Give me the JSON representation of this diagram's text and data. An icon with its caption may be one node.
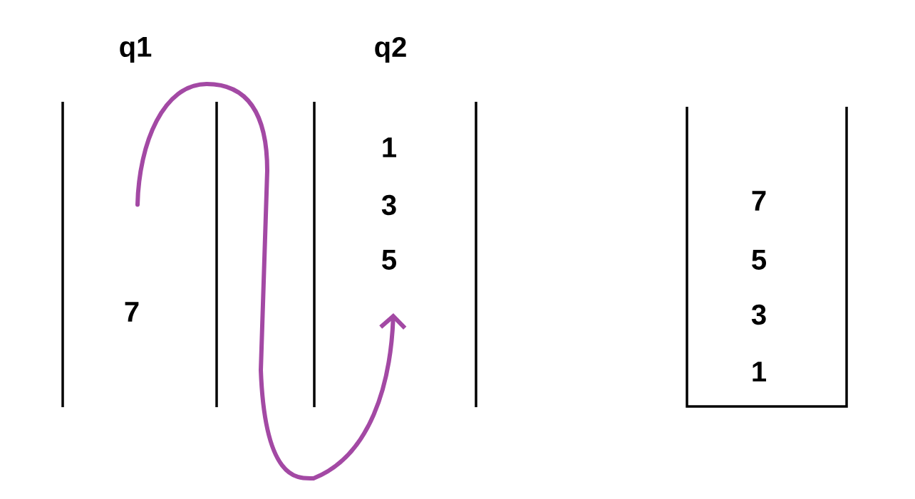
{
  "diagram": {
    "nodes": [
      {
        "text": [
          "q1",
          "7"
        ]
      },
      {
        "text": [
          "q2",
          "1",
          "3",
          "5"
        ]
      },
      {
        "text": [
          "7",
          "5",
          "3",
          "1"
        ]
      }
    ],
    "edges": [
      {
        "from": 0,
        "to": 1,
        "arrow": "to",
        "color": "#a349a4"
      }
    ]
  }
}
